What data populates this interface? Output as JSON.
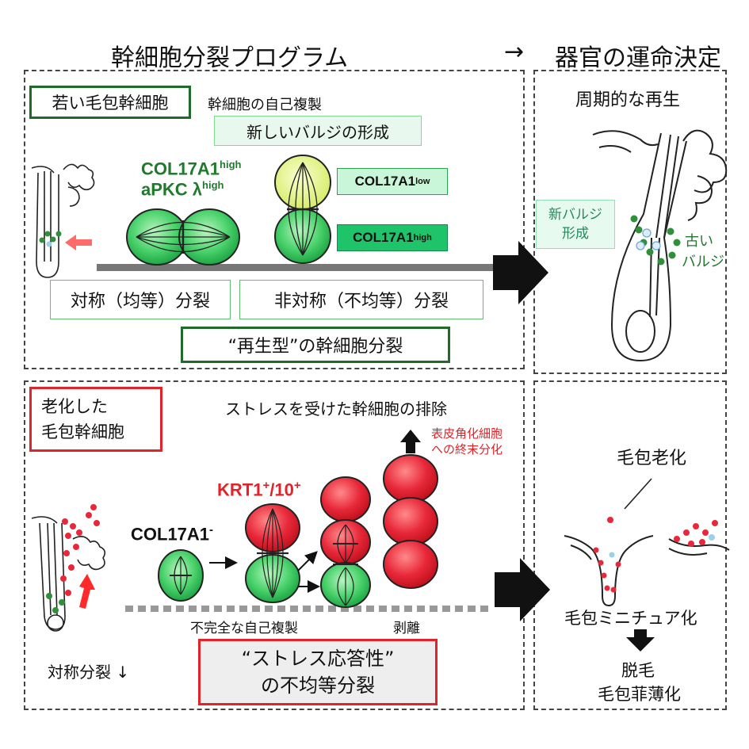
{
  "headers": {
    "left": "幹細胞分裂プログラム",
    "arrow": "→",
    "right": "器官の運命決定"
  },
  "top_left": {
    "young_label": "若い毛包幹細胞",
    "self_renewal": "幹細胞の自己複製",
    "new_bulge": "新しいバルジの形成",
    "col_high_main": "COL17A1",
    "col_high_sup": "high",
    "apkc_main": "aPKC λ",
    "apkc_sup": "high",
    "low_box_main": "COL17A1",
    "low_box_sup": "low",
    "high_box_main": "COL17A1",
    "high_box_sup": "high",
    "symmetric": "対称（均等）分裂",
    "asymmetric": "非対称（不均等）分裂",
    "regenerative": "“再生型”の幹細胞分裂"
  },
  "top_right": {
    "title": "周期的な再生",
    "new_bulge_line1": "新バルジ",
    "new_bulge_line2": "形成",
    "old_bulge_line1": "古い",
    "old_bulge_line2": "バルジ"
  },
  "bottom_left": {
    "aged_line1": "老化した",
    "aged_line2": "毛包幹細胞",
    "stress_removal": "ストレスを受けた幹細胞の排除",
    "terminal_line1": "表皮角化細胞",
    "terminal_line2": "への終末分化",
    "krt_main": "KRT1",
    "krt_sup1": "+",
    "krt_mid": "/10",
    "krt_sup2": "+",
    "col_minus_main": "COL17A1",
    "col_minus_sup": "-",
    "incomplete": "不完全な自己複製",
    "peel": "剥離",
    "sym_down": "対称分裂 ↓",
    "stress_line1": "“ストレス応答性”",
    "stress_line2": "の不均等分裂"
  },
  "bottom_right": {
    "aging": "毛包老化",
    "miniature": "毛包ミニチュア化",
    "hair_loss": "脱毛",
    "thinning": "毛包菲薄化"
  },
  "colors": {
    "dark_green": "#1e6b2a",
    "green_text": "#1f7a2c",
    "red": "#e0242a",
    "cell_green": "#48d36a",
    "cell_light_green": "#b2f0a8",
    "cell_yellow": "#e6f58a",
    "cell_red": "#e8283a",
    "low_box_bg": "#c9f5d8",
    "high_box_bg": "#1fc46a"
  }
}
